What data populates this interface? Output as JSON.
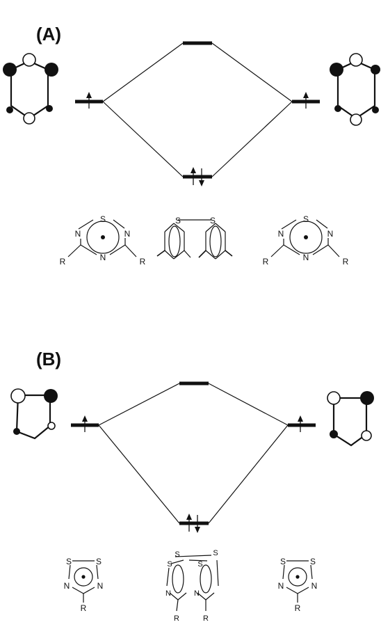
{
  "panels": [
    {
      "label": "(A)",
      "monomer_atoms": [
        "S",
        "N",
        "N",
        "N",
        "R",
        "R"
      ],
      "dimer_atoms": [
        "S",
        "S"
      ]
    },
    {
      "label": "(B)",
      "monomer_atoms": [
        "S",
        "S",
        "N",
        "N",
        "R"
      ],
      "dimer_atoms": [
        "S",
        "S",
        "S",
        "S",
        "N",
        "N",
        "R",
        "R"
      ]
    }
  ],
  "colors": {
    "ink": "#111111",
    "filled_lobe": "#111111",
    "open_lobe": "#ffffff"
  }
}
